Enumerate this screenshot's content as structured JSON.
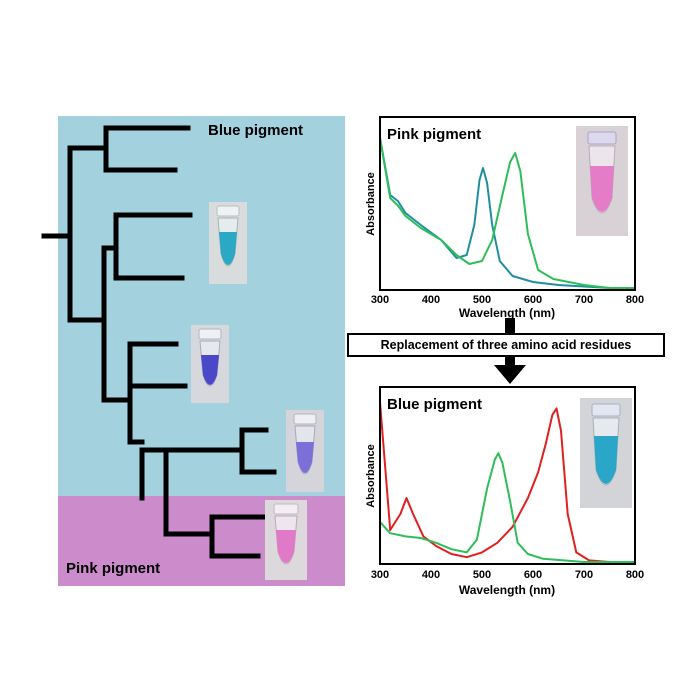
{
  "tree": {
    "top_label": "Blue pigment",
    "bottom_label": "Pink pigment",
    "colors": {
      "blue_region": "#a3d1de",
      "pink_region": "#cc8ccc",
      "branch": "#000000"
    }
  },
  "transition_label": "Replacement of three amino acid residues",
  "chart_data": [
    {
      "type": "line",
      "title": "Pink pigment",
      "xlabel": "Wavelength (nm)",
      "ylabel": "Absorbance",
      "xlim": [
        300,
        800
      ],
      "x_ticks": [
        "300",
        "400",
        "500",
        "600",
        "700",
        "800"
      ],
      "series": [
        {
          "color": "#1f8fa0",
          "x": [
            300,
            320,
            335,
            350,
            380,
            420,
            450,
            470,
            485,
            495,
            502,
            510,
            520,
            535,
            560,
            600,
            650,
            700,
            750,
            800
          ],
          "y": [
            1.0,
            0.62,
            0.58,
            0.5,
            0.42,
            0.32,
            0.2,
            0.22,
            0.42,
            0.72,
            0.8,
            0.7,
            0.42,
            0.18,
            0.08,
            0.04,
            0.02,
            0.01,
            0.0,
            0.0
          ]
        },
        {
          "color": "#2ebd5a",
          "x": [
            300,
            320,
            335,
            350,
            380,
            420,
            450,
            475,
            500,
            520,
            540,
            555,
            565,
            575,
            590,
            610,
            640,
            700,
            750,
            800
          ],
          "y": [
            1.0,
            0.6,
            0.55,
            0.48,
            0.4,
            0.32,
            0.22,
            0.16,
            0.18,
            0.32,
            0.62,
            0.84,
            0.9,
            0.78,
            0.36,
            0.12,
            0.06,
            0.02,
            0.0,
            0.0
          ]
        }
      ]
    },
    {
      "type": "line",
      "title": "Blue pigment",
      "xlabel": "Wavelength (nm)",
      "ylabel": "Absorbance",
      "xlim": [
        300,
        800
      ],
      "x_ticks": [
        "300",
        "400",
        "500",
        "600",
        "700",
        "800"
      ],
      "series": [
        {
          "color": "#e02020",
          "x": [
            300,
            320,
            340,
            352,
            365,
            385,
            410,
            440,
            470,
            500,
            530,
            560,
            590,
            610,
            625,
            638,
            646,
            655,
            668,
            685,
            710,
            750,
            800
          ],
          "y": [
            1.0,
            0.2,
            0.3,
            0.4,
            0.3,
            0.16,
            0.1,
            0.05,
            0.03,
            0.06,
            0.12,
            0.22,
            0.4,
            0.56,
            0.74,
            0.92,
            0.96,
            0.82,
            0.3,
            0.06,
            0.01,
            0.0,
            0.0
          ]
        },
        {
          "color": "#2ebd5a",
          "x": [
            300,
            320,
            350,
            380,
            410,
            440,
            470,
            490,
            510,
            525,
            532,
            540,
            555,
            570,
            590,
            620,
            660,
            700,
            750,
            800
          ],
          "y": [
            0.25,
            0.18,
            0.16,
            0.15,
            0.12,
            0.08,
            0.06,
            0.14,
            0.46,
            0.64,
            0.68,
            0.62,
            0.38,
            0.12,
            0.05,
            0.02,
            0.01,
            0.0,
            0.0,
            0.0
          ]
        }
      ]
    }
  ]
}
